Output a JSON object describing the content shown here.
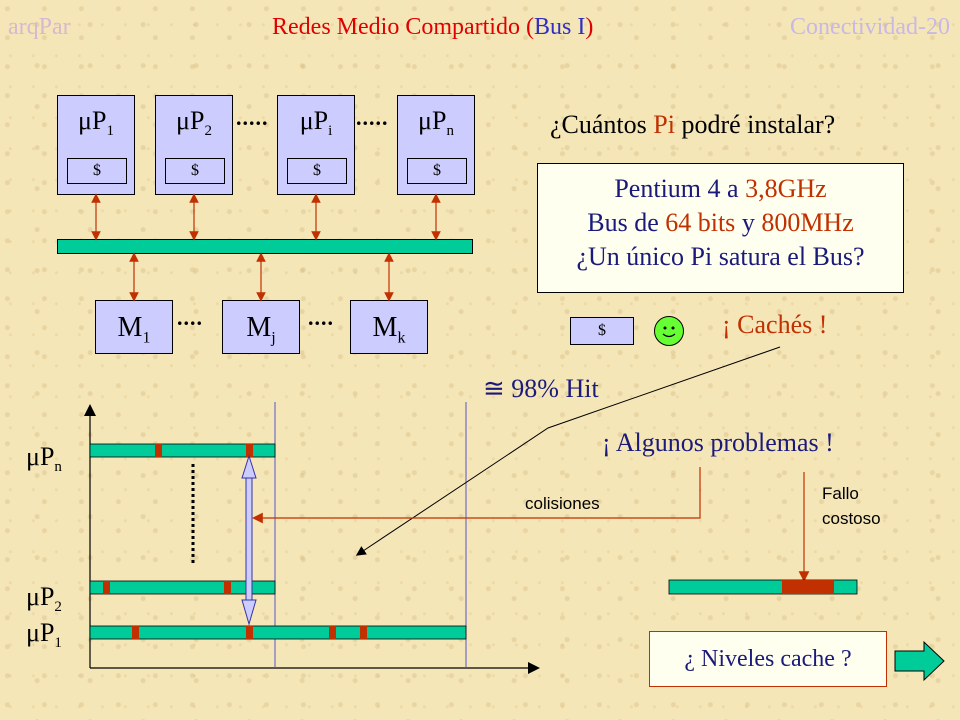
{
  "header": {
    "left": "arqPar",
    "center_prefix": "Redes Medio Compartido (",
    "center_bus": "Bus I",
    "center_suffix": ")",
    "right": "Conectividad-20"
  },
  "processors": [
    {
      "base": "μP",
      "sub": "1",
      "cache": "$"
    },
    {
      "base": "μP",
      "sub": "2",
      "cache": "$"
    },
    {
      "base": "μP",
      "sub": "i",
      "cache": "$"
    },
    {
      "base": "μP",
      "sub": "n",
      "cache": "$"
    }
  ],
  "memories": [
    {
      "base": "M",
      "sub": "1"
    },
    {
      "base": "M",
      "sub": "j"
    },
    {
      "base": "M",
      "sub": "k"
    }
  ],
  "ellipses": {
    "proc": ".....",
    "mem": "...."
  },
  "question": {
    "pre": "¿Cuántos ",
    "red": "Pi",
    "post": " podré instalar?"
  },
  "info": {
    "line1_pre": "Pentium 4 a ",
    "line1_red": "3,8GHz",
    "line2_pre": "Bus de ",
    "line2_red1": "64 bits",
    "line2_mid": " y ",
    "line2_red2": "800MHz",
    "line3": "¿Un único Pi satura el Bus?"
  },
  "small_cache": "$",
  "caches_text": "¡ Cachés !",
  "hit_text": "≅ 98% Hit",
  "problems_text": "¡ Algunos problemas !",
  "colisiones": "colisiones",
  "fallo_line1": "Fallo",
  "fallo_line2": "costoso",
  "timeline_labels": [
    {
      "base": "μP",
      "sub": "n"
    },
    {
      "base": "μP",
      "sub": "2"
    },
    {
      "base": "μP",
      "sub": "1"
    }
  ],
  "niveles": "¿ Niveles cache ?",
  "colors": {
    "background": "#f5e6b8",
    "box_fill": "#ccccff",
    "bus_fill": "#00cc99",
    "accent_red": "#c03000",
    "text_blue": "#1a1a7a",
    "smiley": "#66ff33"
  }
}
